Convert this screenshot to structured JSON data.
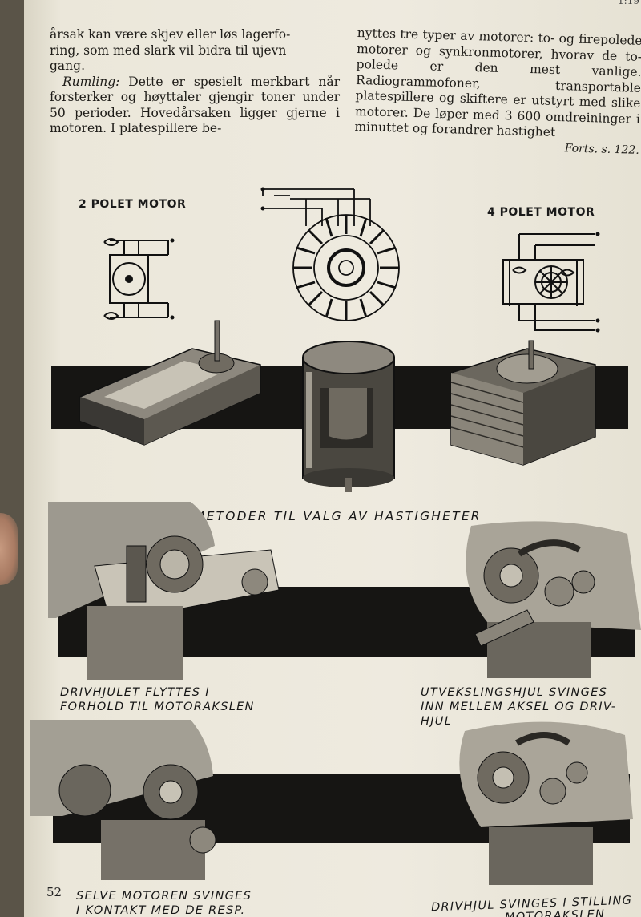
{
  "page": {
    "corner_number": "1:19",
    "page_number": "52"
  },
  "left_column": {
    "line1": "årsak kan være skjev eller løs lagerfo-",
    "line2": "ring, som med slark vil bidra til ujevn",
    "line3": "gang.",
    "rumling_term": "Rumling:",
    "rumling_text": " Dette er spesielt merkbart når forsterker og høyttaler gjengir toner under 50 perioder. Hovedårsaken ligger gjerne i motoren. I platespillere be-"
  },
  "right_column": {
    "text": "nyttes tre typer av motorer: to- og firepolede motorer og synkronmotorer, hvorav de to-polede er den mest vanlige. Radiogrammofoner, transportable platespillere og skiftere er utstyrt med slike motorer. De løper med 3 600 omdreininger i minuttet og forandrer hastighet",
    "forts": "Forts. s. 122."
  },
  "figure": {
    "label_two_pole": "2 POLET MOTOR",
    "label_four_pole": "4 POLET MOTOR",
    "methods_title": "METODER TIL VALG AV HASTIGHETER",
    "caption_1_l1": "DRIVHJULET FLYTTES I",
    "caption_1_l2": "FORHOLD TIL MOTORAKSLEN",
    "caption_2_l1": "UTVEKSLINGSHJUL SVINGES",
    "caption_2_l2": "INN MELLEM AKSEL OG DRIV-",
    "caption_2_l3": "HJUL",
    "caption_3_l1": "SELVE MOTOREN SVINGES",
    "caption_3_l2": "I KONTAKT MED DE RESP.",
    "caption_4_l1": "DRIVHJUL SVINGES I STILLING",
    "caption_4_l2": "MOTORAKSLEN"
  },
  "colors": {
    "paper": "#ebe7da",
    "ink": "#1e1c18",
    "band": "#161513"
  }
}
